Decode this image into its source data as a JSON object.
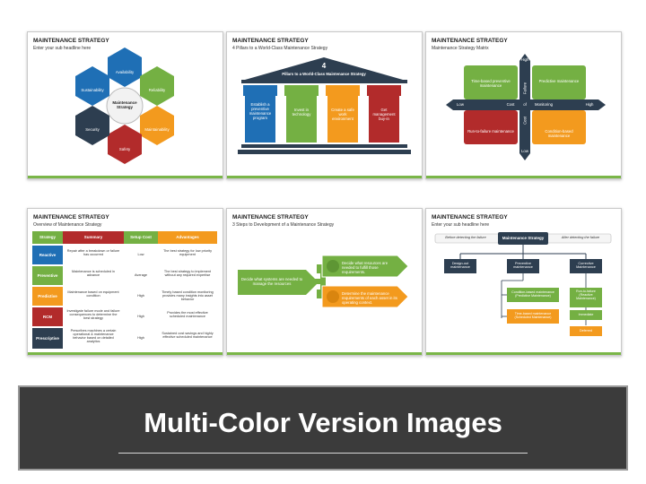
{
  "banner": {
    "title": "Multi-Color Version Images"
  },
  "colors": {
    "blue": "#1f6fb5",
    "green": "#74b043",
    "orange": "#f39a1e",
    "red": "#b22b2b",
    "navy": "#2d3e50",
    "grey": "#555555"
  },
  "slides": [
    {
      "title": "MAINTENANCE STRATEGY",
      "subtitle": "Enter your sub headline here",
      "center": "Maintenance Strategy",
      "hexes": [
        "Availability",
        "Reliability",
        "Maintainability",
        "Safety",
        "Security",
        "Sustainability"
      ]
    },
    {
      "title": "MAINTENANCE STRATEGY",
      "subtitle": "4 Pillars to a World-Class Maintenance Strategy",
      "number": "4",
      "roof": "Pillars to a World-Class Maintenance Strategy",
      "pillars": [
        "Establish a preventive maintenance program",
        "Invest in technology",
        "Create a safe work environment",
        "Get management buy-in"
      ]
    },
    {
      "title": "MAINTENANCE STRATEGY",
      "subtitle": "Maintenance Strategy Matrix",
      "axes": {
        "high_top": "High",
        "low_bottom": "Low",
        "low_left": "Low",
        "high_right": "High",
        "failure": "Failure",
        "cost": "Cost",
        "of": "of",
        "cost2": "Cost",
        "monitoring": "Monitoring"
      },
      "quadrants": [
        "Time-based preventive maintenance",
        "Predictive maintenance",
        "Run-to-failure maintenance",
        "Condition-based maintenance"
      ]
    },
    {
      "title": "MAINTENANCE STRATEGY",
      "subtitle": "Overview of Maintenance Strategy",
      "headers": [
        "Strategy",
        "Summary",
        "Setup Cost",
        "Advantages"
      ],
      "rows": [
        [
          "Reactive",
          "Repair after a breakdown or failure has occurred",
          "Low",
          "The best strategy for low priority equipment"
        ],
        [
          "Preventive",
          "Maintenance is scheduled in advance",
          "Average",
          "The best strategy to implement without any required expertise"
        ],
        [
          "Predictive",
          "Maintenance based on equipment condition",
          "High",
          "Timely based condition monitoring provides many insights into asset behavior"
        ],
        [
          "RCM",
          "Investigate failure mode and failure consequences to determine the best strategy",
          "High",
          "Provides the most effective scheduled maintenance"
        ],
        [
          "Prescriptive",
          "Prescribes machines a certain operational & maintenance behavior based on detailed analytics",
          "High",
          "Sustained cost savings and highly effective scheduled maintenance"
        ]
      ]
    },
    {
      "title": "MAINTENANCE STRATEGY",
      "subtitle": "3 Steps to Development of a Maintenance Strategy",
      "left": "Decide what systems are needed to manage the resources",
      "right_top": "Decide what resources are needed to fulfill those requirements.",
      "right_bottom": "Determine the maintenance requirements of each asset in its operating context."
    },
    {
      "title": "MAINTENANCE STRATEGY",
      "subtitle": "Enter your sub headline here",
      "before": "Before detecting the failure",
      "center": "Maintenance Strategy",
      "after": "After detecting the failure",
      "level1": [
        "Design-out maintenance",
        "Preventive maintenance",
        "Corrective Maintenance"
      ],
      "prev_children": [
        "Condition-based maintenance (Predictive Maintenance)",
        "Time-based maintenance (Scheduled Maintenance)"
      ],
      "corr_children": [
        "Run-to-failure (Reactive Maintenance)",
        "Immediate",
        "Deferred"
      ]
    }
  ]
}
